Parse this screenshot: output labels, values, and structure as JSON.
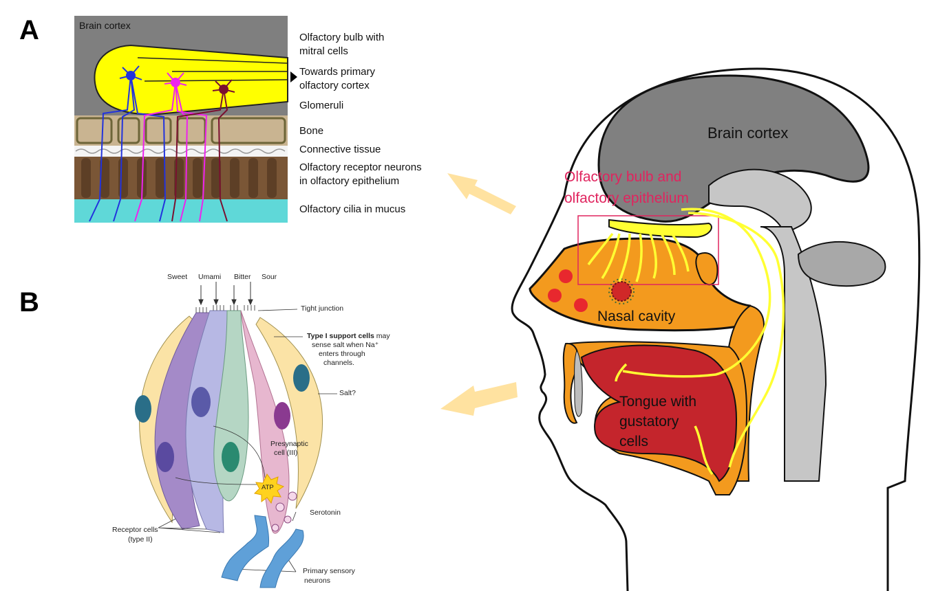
{
  "panel_a": {
    "letter": "A",
    "inset_title": "Brain cortex",
    "labels": {
      "bulb_line1": "Olfactory bulb with",
      "bulb_line2": "mitral cells",
      "towards_line1": "Towards primary",
      "towards_line2": "olfactory cortex",
      "glomeruli": "Glomeruli",
      "bone": "Bone",
      "connective": "Connective tissue",
      "receptor_line1": "Olfactory receptor neurons",
      "receptor_line2": "in olfactory epithelium",
      "cilia": "Olfactory cilia in mucus"
    }
  },
  "panel_b": {
    "letter": "B",
    "tastes": [
      "Sweet",
      "Umami",
      "Bitter",
      "Sour"
    ],
    "labels": {
      "tight_junction": "Tight junction",
      "type1_bold": "Type I support cells",
      "type1_rest1": " may",
      "type1_rest2": "sense salt when Na⁺",
      "type1_rest3": "enters through",
      "type1_rest4": "channels.",
      "salt": "Salt?",
      "presyn_line1": "Presynaptic",
      "presyn_line2": "cell (III)",
      "atp": "ATP",
      "serotonin": "Serotonin",
      "receptor_line1": "Receptor cells",
      "receptor_line2": "(type II)",
      "primary_line1": "Primary sensory",
      "primary_line2": "neurons"
    }
  },
  "head": {
    "brain_cortex": "Brain cortex",
    "bulb_line1": "Olfactory bulb and",
    "bulb_line2": "olfactory epithelium",
    "nasal": "Nasal cavity",
    "tongue_line1": "Tongue with",
    "tongue_line2": "gustatory",
    "tongue_line3": "cells"
  },
  "colors": {
    "cortex_gray": "#808080",
    "bulb_yellow": "#ffff00",
    "bone_tan": "#c8b08a",
    "epithelium_brown": "#7a5a3c",
    "mucus_cyan": "#5fd8d8",
    "nasal_orange": "#f39a1e",
    "tongue_red": "#c4252c",
    "nerve_yellow": "#ffff33",
    "arrow_peach": "#ffe2a0",
    "label_pink": "#e0245e"
  }
}
